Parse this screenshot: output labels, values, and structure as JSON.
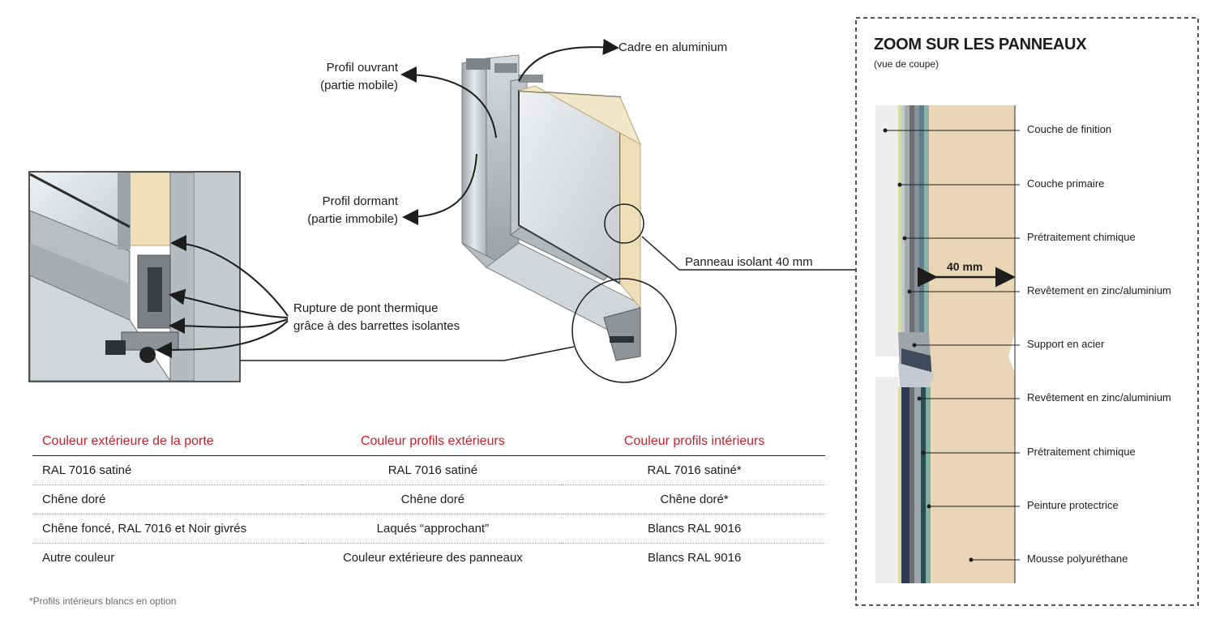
{
  "callouts": {
    "cadre": "Cadre en aluminium",
    "profil_ouvrant_1": "Profil ouvrant",
    "profil_ouvrant_2": "(partie mobile)",
    "profil_dormant_1": "Profil dormant",
    "profil_dormant_2": "(partie immobile)",
    "panneau": "Panneau isolant 40 mm",
    "rupture_1": "Rupture de pont thermique",
    "rupture_2": "grâce à des barrettes isolantes"
  },
  "zoom": {
    "title": "ZOOM SUR LES PANNEAUX",
    "subtitle": "(vue de coupe)",
    "dimension": "40 mm",
    "layers": [
      "Couche de finition",
      "Couche primaire",
      "Prétraitement chimique",
      "Revêtement en zinc/aluminium",
      "Support en acier",
      "Revêtement en zinc/aluminium",
      "Prétraitement chimique",
      "Peinture protectrice",
      "Mousse polyuréthane"
    ]
  },
  "table": {
    "headers": [
      "Couleur extérieure de la porte",
      "Couleur profils extérieurs",
      "Couleur profils intérieurs"
    ],
    "rows": [
      [
        "RAL 7016 satiné",
        "RAL 7016 satiné",
        "RAL 7016 satiné*"
      ],
      [
        "Chêne doré",
        "Chêne doré",
        "Chêne doré*"
      ],
      [
        "Chêne foncé, RAL 7016 et Noir givrés",
        "Laqués “approchant”",
        "Blancs RAL 9016"
      ],
      [
        "Autre couleur",
        "Couleur extérieure des panneaux",
        "Blancs RAL 9016"
      ]
    ]
  },
  "footnote": "*Profils intérieurs blancs en option",
  "colors": {
    "header_red": "#c8202d",
    "foam": "#e8d6b6",
    "aluminium": "#c9cdd1"
  }
}
